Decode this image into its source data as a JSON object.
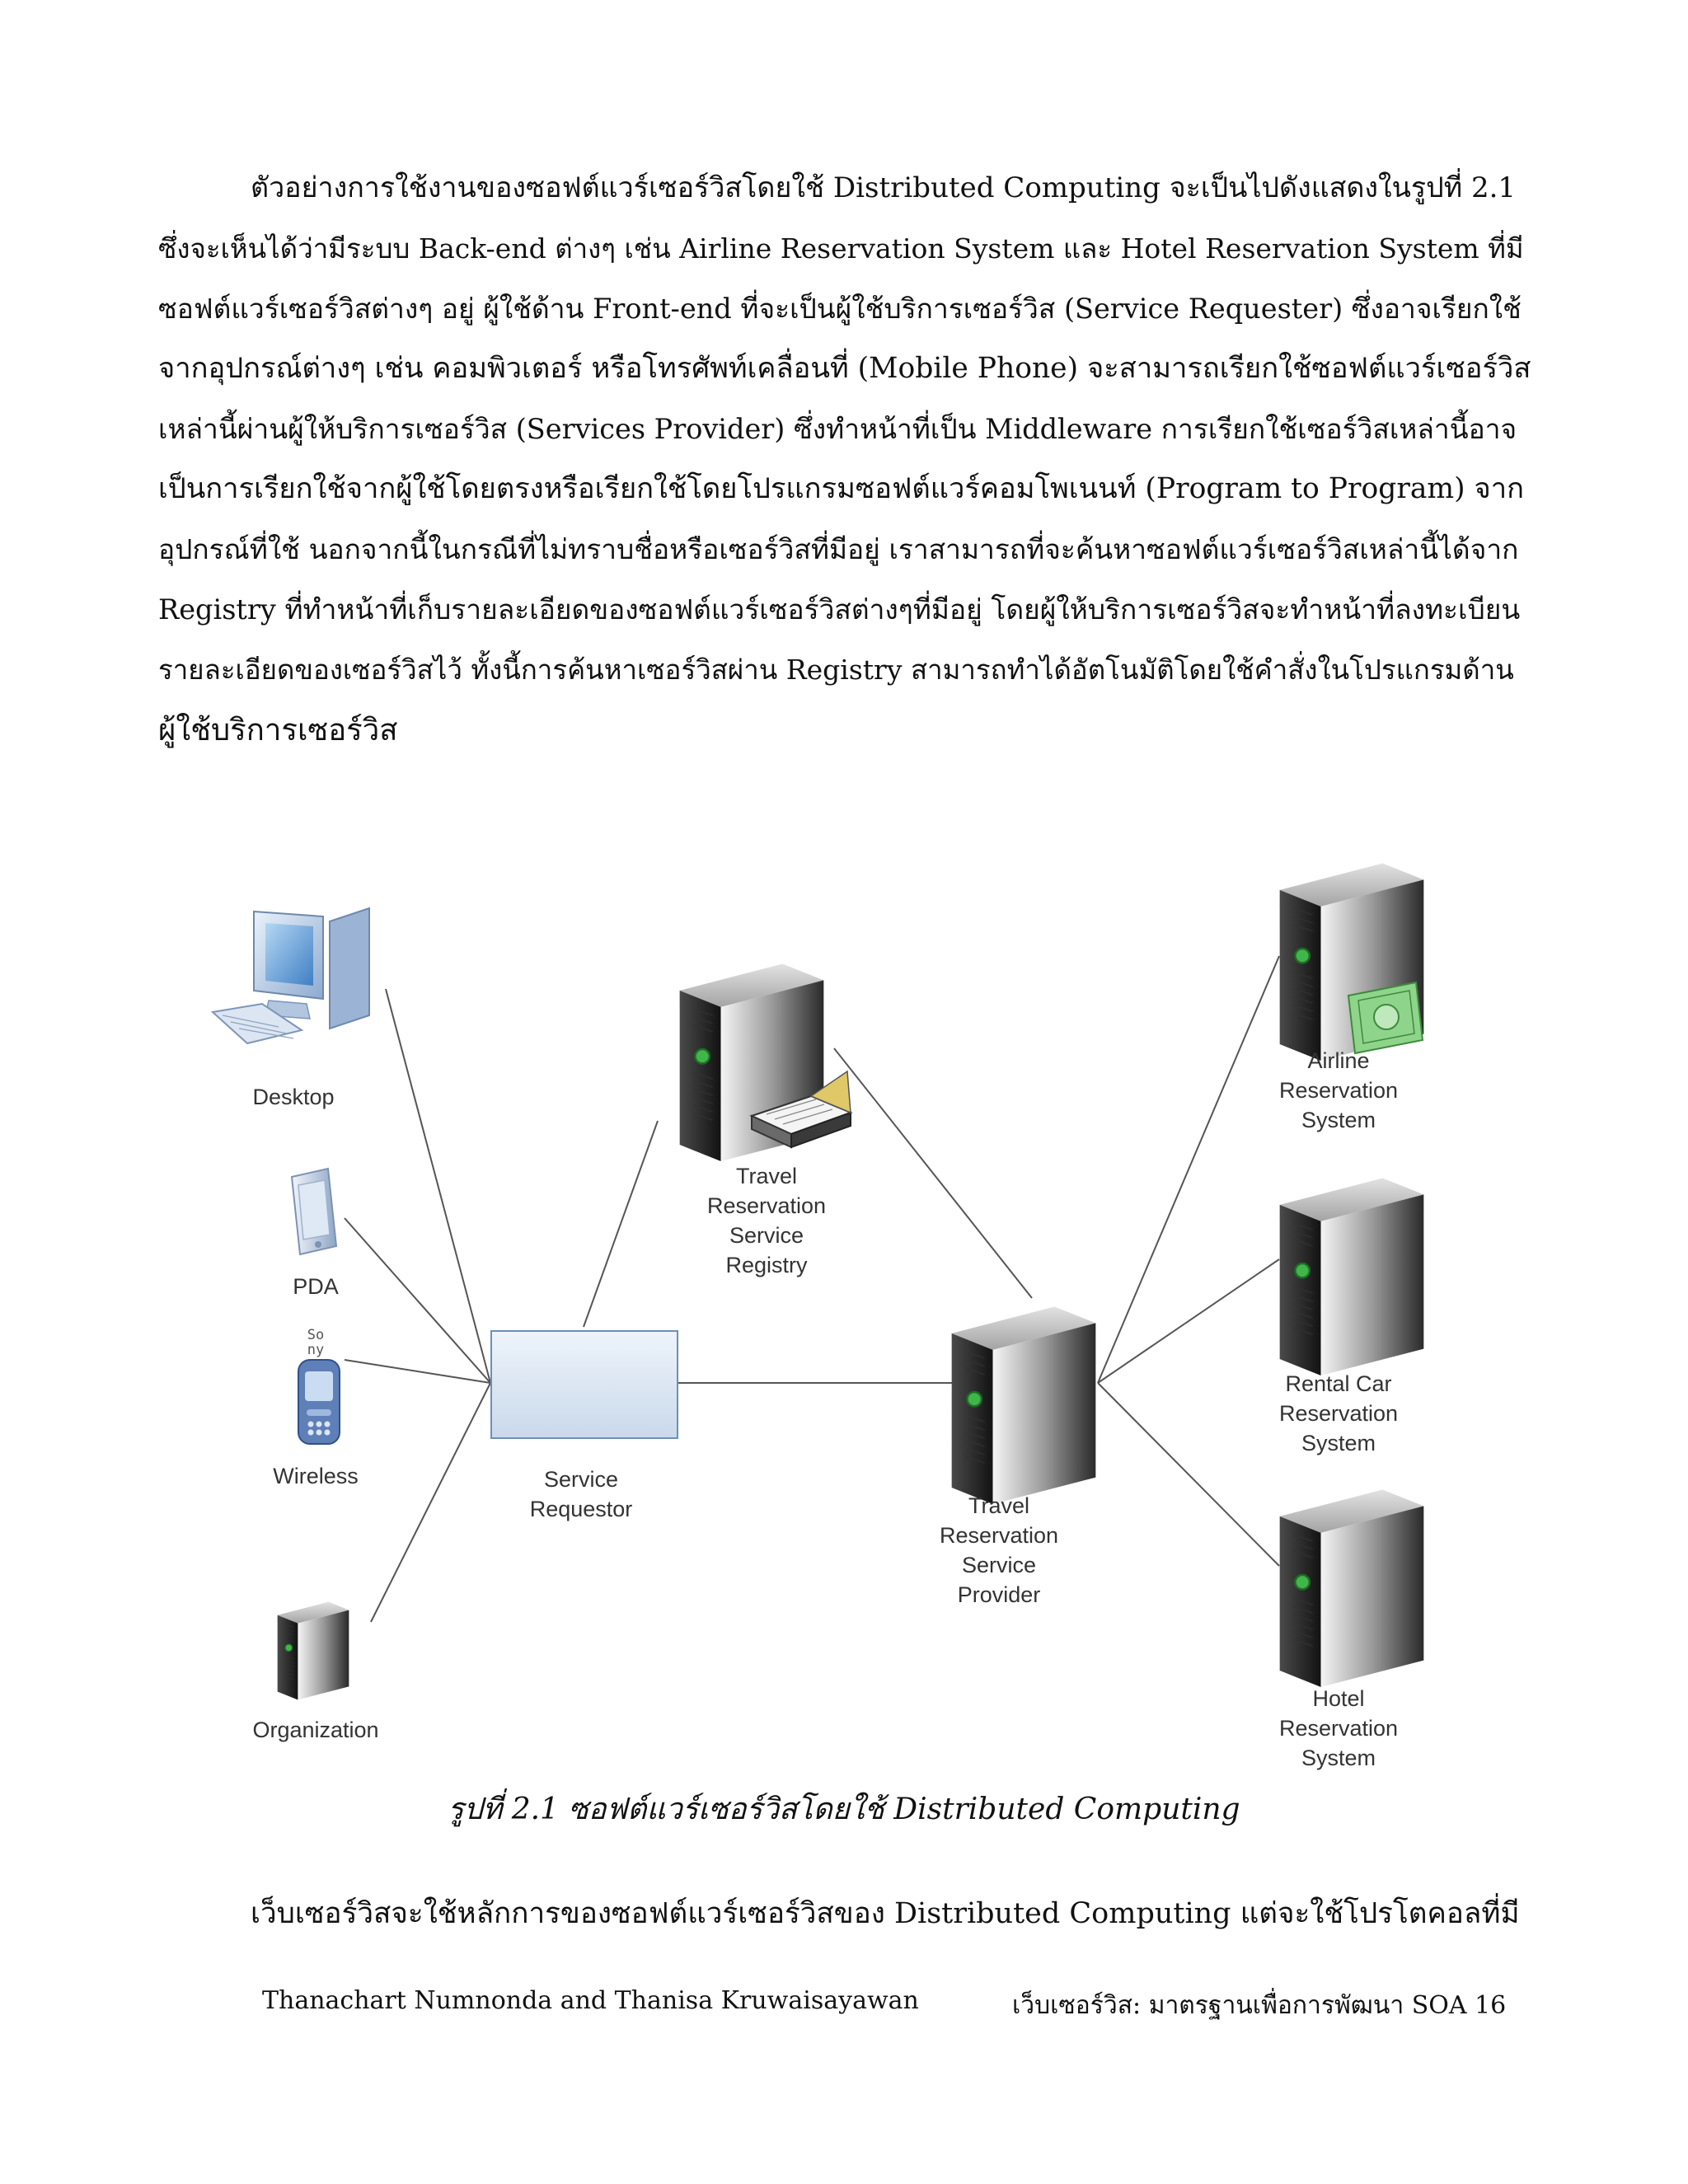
{
  "body": {
    "paragraph1": [
      "ตัวอย่างการใช้งานของซอฟต์แวร์เซอร์วิสโดยใช้ Distributed Computing จะเป็นไปดังแสดงในรูปที่ 2.1",
      "ซึ่งจะเห็นได้ว่ามีระบบ Back-end ต่างๆ เช่น Airline Reservation System และ Hotel Reservation System ที่มี",
      "ซอฟต์แวร์เซอร์วิสต่างๆ อยู่ ผู้ใช้ด้าน Front-end ที่จะเป็นผู้ใช้บริการเซอร์วิส (Service Requester) ซึ่งอาจเรียกใช้",
      "จากอุปกรณ์ต่างๆ เช่น คอมพิวเตอร์ หรือโทรศัพท์เคลื่อนที่ (Mobile Phone) จะสามารถเรียกใช้ซอฟต์แวร์เซอร์วิส",
      "เหล่านี้ผ่านผู้ให้บริการเซอร์วิส (Services Provider) ซึ่งทำหน้าที่เป็น Middleware การเรียกใช้เซอร์วิสเหล่านี้อาจ",
      "เป็นการเรียกใช้จากผู้ใช้โดยตรงหรือเรียกใช้โดยโปรแกรมซอฟต์แวร์คอมโพเนนท์ (Program to Program) จาก",
      "อุปกรณ์ที่ใช้ นอกจากนี้ในกรณีที่ไม่ทราบชื่อหรือเซอร์วิสที่มีอยู่ เราสามารถที่จะค้นหาซอฟต์แวร์เซอร์วิสเหล่านี้ได้จาก",
      "Registry ที่ทำหน้าที่เก็บรายละเอียดของซอฟต์แวร์เซอร์วิสต่างๆที่มีอยู่ โดยผู้ให้บริการเซอร์วิสจะทำหน้าที่ลงทะเบียน",
      "รายละเอียดของเซอร์วิสไว้ ทั้งนี้การค้นหาเซอร์วิสผ่าน Registry สามารถทำได้อัตโนมัติโดยใช้คำสั่งในโปรแกรมด้าน",
      "ผู้ใช้บริการเซอร์วิส"
    ],
    "paragraph2": [
      "เว็บเซอร์วิสจะใช้หลักการของซอฟต์แวร์เซอร์วิสของ Distributed Computing แต่จะใช้โปรโตคอลที่มี"
    ]
  },
  "diagram": {
    "labels": {
      "desktop": [
        "Desktop"
      ],
      "pda": [
        "PDA"
      ],
      "wireless": [
        "Wireless"
      ],
      "phone_brand": [
        "So",
        "ny"
      ],
      "organization": [
        "Organization"
      ],
      "requestor": [
        "Service",
        "Requestor"
      ],
      "registry": [
        "Travel",
        "Reservation",
        "Service",
        "Registry"
      ],
      "provider": [
        "Travel",
        "Reservation",
        "Service",
        "Provider"
      ],
      "airline": [
        "Airline",
        "Reservation",
        "System"
      ],
      "rental": [
        "Rental Car",
        "Reservation",
        "System"
      ],
      "hotel": [
        "Hotel",
        "Reservation",
        "System"
      ]
    },
    "icons": {
      "desktop": "desktop-computer-icon",
      "pda": "pda-icon",
      "wireless": "mobile-phone-icon",
      "organization": "server-icon",
      "registry": "server-icon",
      "provider": "server-icon",
      "airline": "server-icon",
      "rental": "server-icon",
      "hotel": "server-icon"
    }
  },
  "caption": "รูปที่ 2.1 ซอฟต์แวร์เซอร์วิสโดยใช้ Distributed Computing",
  "footer": {
    "left": "Thanachart Numnonda and Thanisa Kruwaisayawan",
    "right": "เว็บเซอร์วิส: มาตรฐานเพื่อการพัฒนา SOA   16"
  }
}
